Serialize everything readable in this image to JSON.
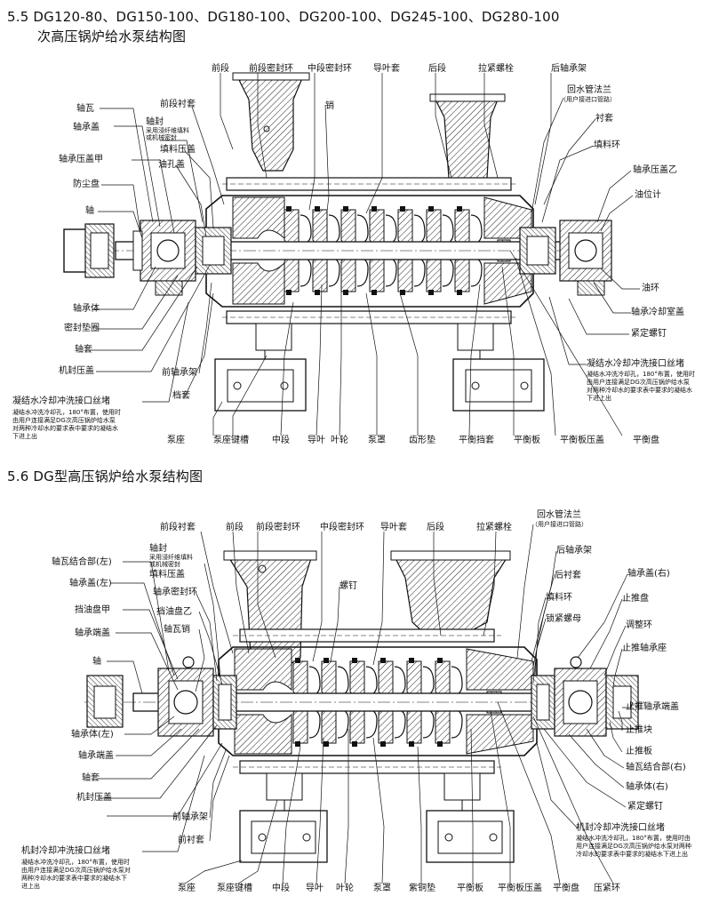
{
  "section1": {
    "title_line1": "5.5 DG120-80、DG150-100、DG180-100、DG200-100、DG245-100、DG280-100",
    "title_line2": "次高压锅炉给水泵结构图",
    "labels": {
      "qianduan": "前段",
      "qianduan_mifenghuan": "前段密封环",
      "zhongduan_mifenghuan": "中段密封环",
      "daoyetao": "导叶套",
      "houduan": "后段",
      "lajin_luoshuan": "拉紧螺栓",
      "hou_zhouchengjia": "后轴承架",
      "zhouwa": "轴瓦",
      "qianduan_chentao": "前段衬套",
      "xiao": "销",
      "huishui_guanfalan": "回水管法兰",
      "huishui_sub": "（用户接进口管路）",
      "zhouchenggai": "轴承盖",
      "zhoufeng": "轴封",
      "zhoufeng_sub1": "采用浸纤维填料",
      "zhoufeng_sub2": "或机械密封",
      "tianliao_yagai": "填料压盖",
      "chentao": "衬套",
      "tianliaohuan": "填料环",
      "zhoucheng_yagai_jia": "轴承压盖甲",
      "youkonggai": "油孔盖",
      "zhoucheng_yagai_yi": "轴承压盖乙",
      "fangchenpan": "防尘盘",
      "youweiji": "油位计",
      "zhou": "轴",
      "youhuan": "油环",
      "zhouchengti": "轴承体",
      "zhoucheng_lengqueshi": "轴承冷却室盖",
      "mifeng_dianquan": "密封垫圈",
      "jinjin_luoding": "紧定螺钉",
      "zhoutao": "轴套",
      "jifeng_yagai": "机封压盖",
      "qian_zhouchengjia": "前轴承架",
      "dangtao": "档套",
      "ningjieshui_right": "凝结水冷却冲洗接口丝堵",
      "ningjieshui_right_note": "凝结水冲洗冷却孔，180°布置，使用时由用户连接满足DG次高压锅炉给水泵对两种冷却水的要求表中要求的凝结水下进上出",
      "ningjieshui_left": "凝结水冷却冲洗接口丝堵",
      "ningjieshui_left_note": "凝结水冲洗冷却孔，180°布置，使用时由用户连接满足DG次高压锅炉给水泵对两种冷却水的要求表中要求的凝结水下进上出",
      "bengzuo": "泵座",
      "bengzuo_jiancao": "泵座键槽",
      "zhongduan": "中段",
      "daoye": "导叶",
      "yelun": "叶轮",
      "bengzhao": "泵罩",
      "chixingdian": "齿形垫",
      "pingheng_dangtao": "平衡挡套",
      "pinghengban": "平衡板",
      "pinghengban_yagai": "平衡板压盖",
      "pinghengpan": "平衡盘"
    }
  },
  "section2": {
    "title": "5.6 DG型高压锅炉给水泵结构图",
    "labels": {
      "qianduan_chentao": "前段衬套",
      "qianduan": "前段",
      "qianduan_mifenghuan": "前段密封环",
      "zhongduan_mifenghuan": "中段密封环",
      "daoyetao": "导叶套",
      "houduan": "后段",
      "lajin_luoshuan": "拉紧螺栓",
      "huishui_guanfalan": "回水管法兰",
      "huishui_sub": "（用户接进口管路）",
      "zhoufeng": "轴封",
      "zhoufeng_sub1": "采用浸纤维填料",
      "zhoufeng_sub2": "或机械密封",
      "zhouwa_jiehebu_left": "轴瓦结合部(左)",
      "tianliao_yagai": "填料压盖",
      "hou_zhouchengjia": "后轴承架",
      "zhouchenggai_left": "轴承盖(左)",
      "zhoucheng_mifenghuan": "轴承密封环",
      "luoding": "螺钉",
      "hou_chentao": "后衬套",
      "dangyoupan_jia": "挡油盘甲",
      "dangyoupan_yi": "挡油盘乙",
      "tianliaohuan": "填料环",
      "zhouchenggai_right": "轴承盖(右)",
      "zhouwaxiao": "轴瓦销",
      "suojin_luomu": "锁紧螺母",
      "zhituipan": "止推盘",
      "zhouchengduangai": "轴承端盖",
      "tiaozhenghuan": "调整环",
      "zhitui_zhouchengzuo": "止推轴承座",
      "zhou": "轴",
      "zhitui_zhouchengduangai": "止推轴承端盖",
      "zhituikuai": "止推块",
      "zhouchengti_left": "轴承体(左)",
      "zhituiban": "止推板",
      "zhouwa_jiehebu_right": "轴瓦结合部(右)",
      "zhouchengduangai2": "轴承端盖",
      "zhouchengti_right": "轴承体(右)",
      "zhoutao": "轴套",
      "jinjin_luoding": "紧定螺钉",
      "jifeng_yagai": "机封压盖",
      "qian_zhouchengjia": "前轴承架",
      "jifeng_right": "机封冷却冲洗接口丝堵",
      "jifeng_right_note": "凝结水冲洗冷却孔，180°布置，使用时由用户连接满足DG次高压锅炉给水泵对两种冷却水的要求表中要求的凝结水下进上出",
      "qian_chentao": "前衬套",
      "jifeng_left": "机封冷却冲洗接口丝堵",
      "jifeng_left_note": "凝结水冲洗冷却孔，180°布置，使用时由用户连接满足DG次高压锅炉给水泵对两种冷却水的要求表中要求的凝结水下进上出",
      "bengzuo": "泵座",
      "bengzuo_jiancao": "泵座键槽",
      "zhongduan": "中段",
      "daoye": "导叶",
      "yelun": "叶轮",
      "bengzhao": "泵罩",
      "zitongdian": "紫铜垫",
      "pinghengban": "平衡板",
      "pinghengban_yagai": "平衡板压盖",
      "pinghengpan": "平衡盘",
      "yajinhuan": "压紧环"
    }
  }
}
